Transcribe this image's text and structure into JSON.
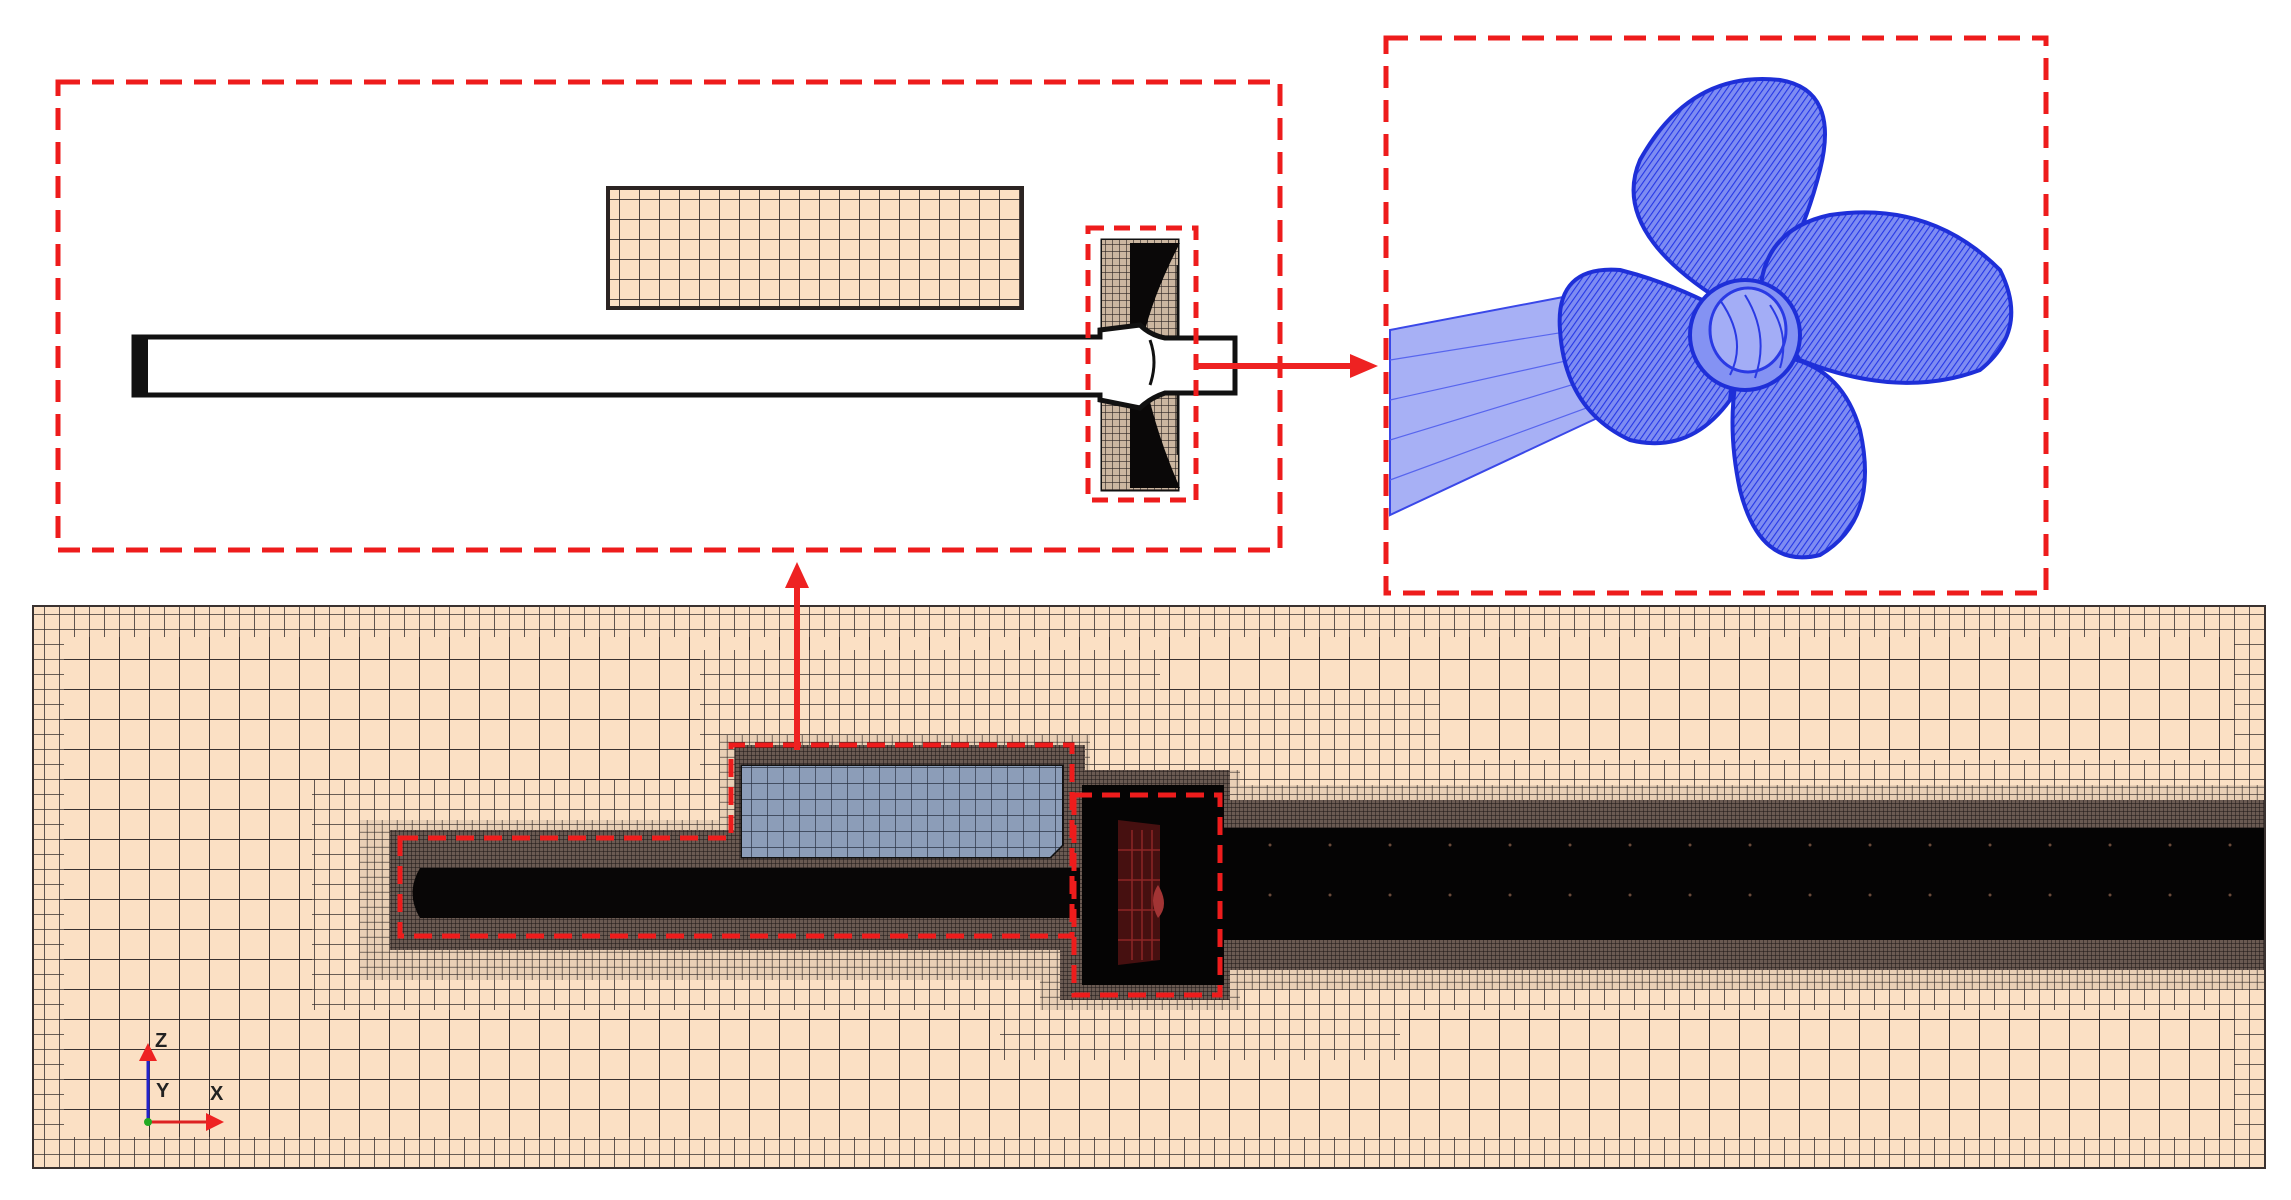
{
  "axes": {
    "z_label": "Z",
    "y_label": "Y",
    "x_label": "X"
  },
  "colors": {
    "background_mesh": "#fbe0c4",
    "mesh_line": "#3a3230",
    "refinement_box": "#8c9db8",
    "highlight_dash": "#ee1c1c",
    "arrow": "#ee2222",
    "propeller": "#2a3af0",
    "propeller_line": "#1e2fd8",
    "dark_refinement": "#000000"
  },
  "icons": {
    "propeller": "propeller-icon",
    "axis_triad": "axis-triad-icon",
    "arrow_right": "arrow-right-icon",
    "arrow_up": "arrow-up-icon"
  }
}
